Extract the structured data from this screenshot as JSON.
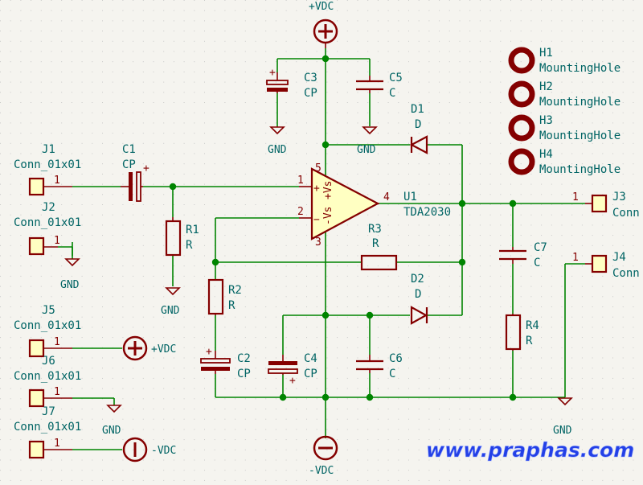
{
  "power": {
    "top_vdc": "+VDC",
    "bottom_vdc": "-VDC",
    "j5_vdc": "+VDC",
    "j7_vdc": "-VDC",
    "gnd_c3": "GND",
    "gnd_c5": "GND",
    "gnd_j2": "GND",
    "gnd_r1": "GND",
    "gnd_j6": "GND",
    "gnd_out": "GND"
  },
  "components": {
    "J1": {
      "ref": "J1",
      "value": "Conn_01x01",
      "pin": "1"
    },
    "J2": {
      "ref": "J2",
      "value": "Conn_01x01",
      "pin": "1"
    },
    "J5": {
      "ref": "J5",
      "value": "Conn_01x01",
      "pin": "1"
    },
    "J6": {
      "ref": "J6",
      "value": "Conn_01x01",
      "pin": "1"
    },
    "J7": {
      "ref": "J7",
      "value": "Conn_01x01",
      "pin": "1"
    },
    "J3": {
      "ref": "J3",
      "value": "Conn",
      "pin": "1"
    },
    "J4": {
      "ref": "J4",
      "value": "Conn",
      "pin": "1"
    },
    "C1": {
      "ref": "C1",
      "value": "CP"
    },
    "C2": {
      "ref": "C2",
      "value": "CP"
    },
    "C3": {
      "ref": "C3",
      "value": "CP"
    },
    "C4": {
      "ref": "C4",
      "value": "CP"
    },
    "C5": {
      "ref": "C5",
      "value": "C"
    },
    "C6": {
      "ref": "C6",
      "value": "C"
    },
    "C7": {
      "ref": "C7",
      "value": "C"
    },
    "R1": {
      "ref": "R1",
      "value": "R"
    },
    "R2": {
      "ref": "R2",
      "value": "R"
    },
    "R3": {
      "ref": "R3",
      "value": "R"
    },
    "R4": {
      "ref": "R4",
      "value": "R"
    },
    "D1": {
      "ref": "D1",
      "value": "D"
    },
    "D2": {
      "ref": "D2",
      "value": "D"
    },
    "U1": {
      "ref": "U1",
      "value": "TDA2030",
      "pins": {
        "p1": "1",
        "p2": "2",
        "p3": "3",
        "p4": "4",
        "p5": "5"
      },
      "inner": {
        "plus": "+",
        "minus": "−",
        "vpos": "+Vs",
        "vneg": "-Vs"
      }
    },
    "H1": {
      "ref": "H1",
      "value": "MountingHole"
    },
    "H2": {
      "ref": "H2",
      "value": "MountingHole"
    },
    "H3": {
      "ref": "H3",
      "value": "MountingHole"
    },
    "H4": {
      "ref": "H4",
      "value": "MountingHole"
    }
  },
  "polarity": {
    "plus": "+"
  },
  "watermark": "www.praphas.com",
  "colors": {
    "wire": "#008400",
    "body": "#840000",
    "fill": "#ffffc2",
    "label": "#006464",
    "watermark": "#2340e6"
  }
}
